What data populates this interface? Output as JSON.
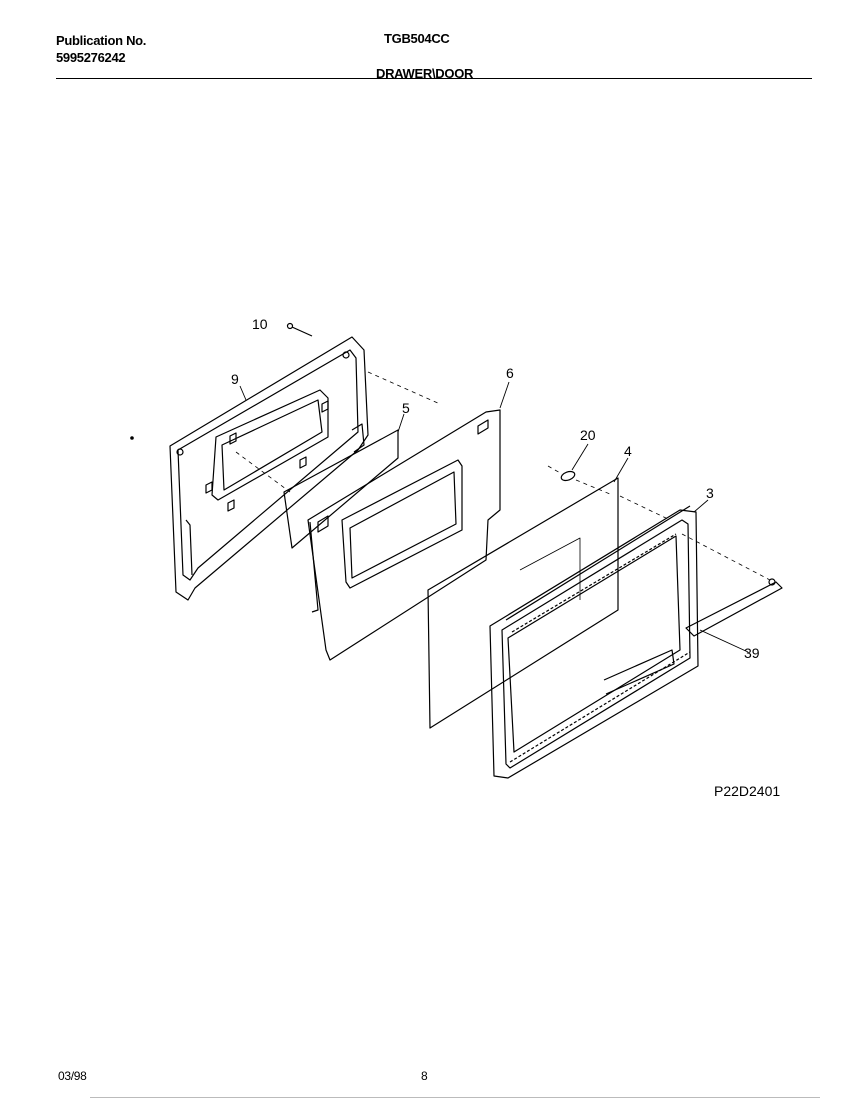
{
  "header": {
    "publication_label": "Publication No.",
    "publication_number": "5995276242",
    "model": "TGB504CC",
    "section_title": "DRAWER\\DOOR"
  },
  "diagram": {
    "code": "P22D2401",
    "callouts": {
      "panel_inner": "9",
      "screw": "10",
      "insulation": "5",
      "liner": "6",
      "clip": "20",
      "glass": "4",
      "frame": "3",
      "handle": "39"
    }
  },
  "footer": {
    "date": "03/98",
    "page": "8"
  }
}
